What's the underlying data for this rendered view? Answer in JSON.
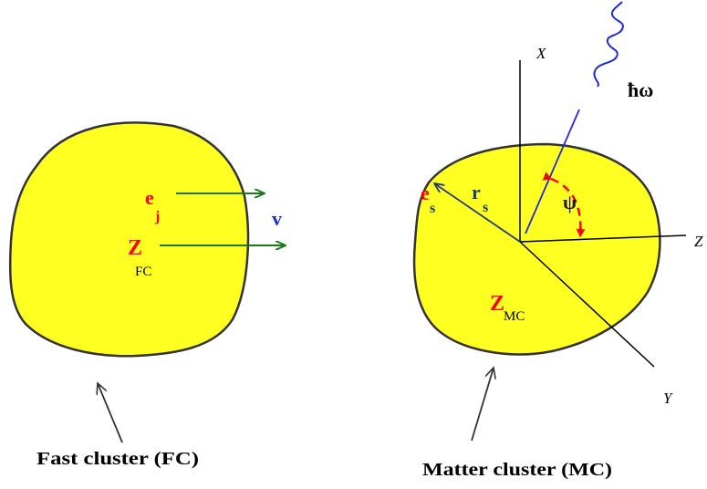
{
  "left_cluster": {
    "electron_symbol": "e",
    "electron_sub": "j",
    "charge_symbol": "Z",
    "charge_sub": "FC",
    "velocity_label": "v",
    "caption": "Fast cluster (FC)"
  },
  "right_cluster": {
    "electron_symbol": "e",
    "electron_sub": "s",
    "radius_symbol": "r",
    "radius_sub": "s",
    "charge_symbol": "Z",
    "charge_sub": "MC",
    "angle_label": "ψ",
    "photon_label": "ħω",
    "caption": "Matter cluster (MC)"
  },
  "axes": {
    "x": "X",
    "y": "Y",
    "z": "Z"
  },
  "colors": {
    "fill": "#ffff22",
    "outline": "#333333",
    "red_text": "#ff0000",
    "green_arrow": "#1a7a1a",
    "blue": "#1f2bd9",
    "dark_blue_text": "#1f3a7a",
    "black": "#000000"
  }
}
